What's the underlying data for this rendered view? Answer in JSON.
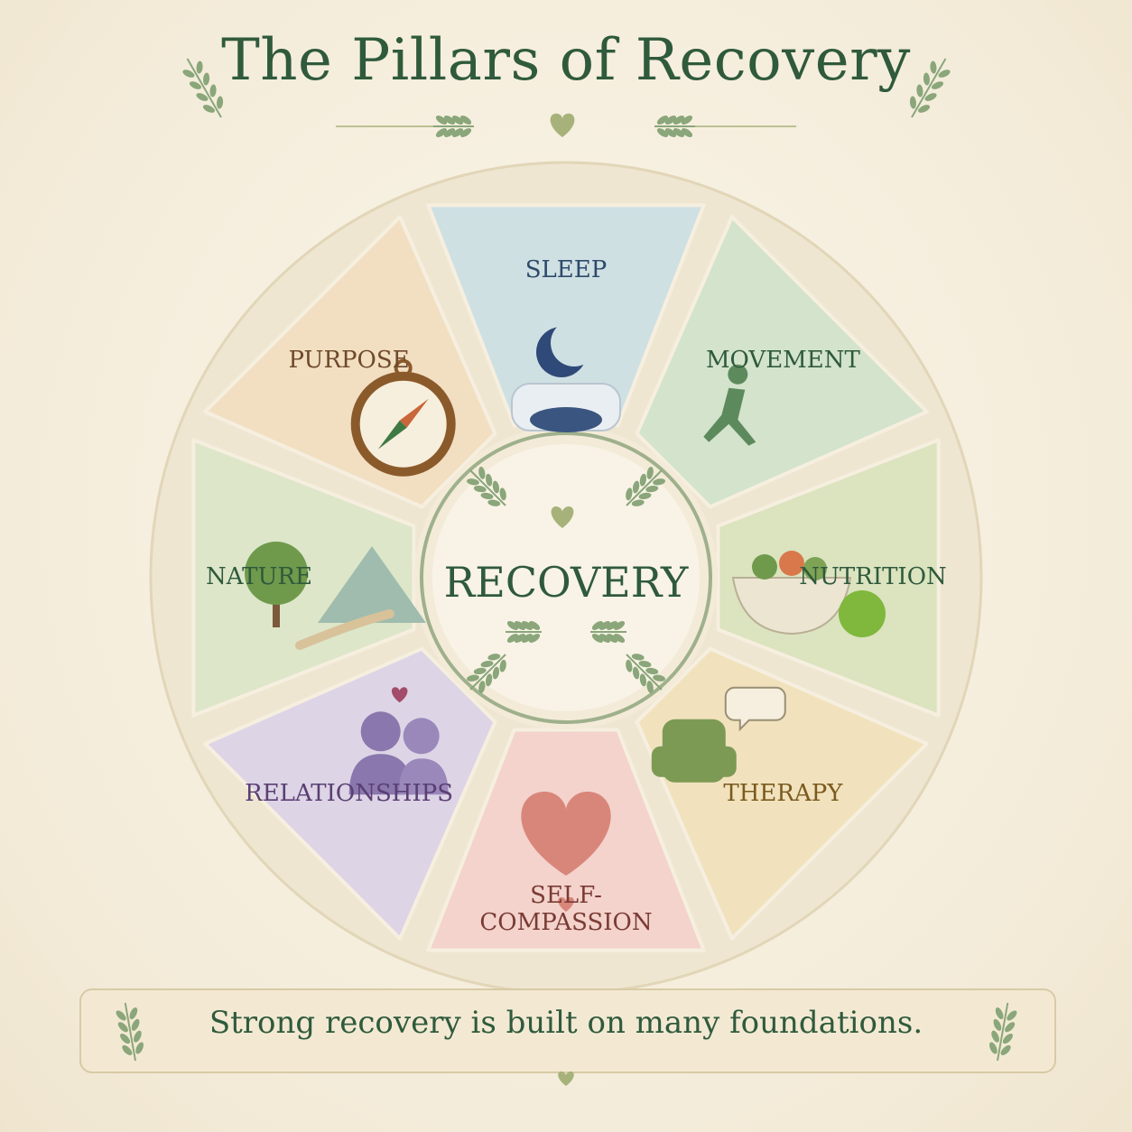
{
  "title": "The Pillars of Recovery",
  "center": {
    "label": "RECOVERY"
  },
  "pillars": [
    {
      "label": "SLEEP",
      "color": "#cfe0e3",
      "text_color": "#2d4a6b"
    },
    {
      "label": "MOVEMENT",
      "color": "#d3e3cc",
      "text_color": "#2f5a3c"
    },
    {
      "label": "NUTRITION",
      "color": "#dbe3bf",
      "text_color": "#2f5a3c"
    },
    {
      "label": "THERAPY",
      "color": "#f1e2bd",
      "text_color": "#7a5a1e"
    },
    {
      "label": "SELF-\nCOMPASSION",
      "color": "#f3d3cc",
      "text_color": "#7a3b34"
    },
    {
      "label": "RELATIONSHIPS",
      "color": "#ddd4e6",
      "text_color": "#5a3f73"
    },
    {
      "label": "NATURE",
      "color": "#dde6c9",
      "text_color": "#2f5a3c"
    },
    {
      "label": "PURPOSE",
      "color": "#f2dfc2",
      "text_color": "#6e4a2a"
    }
  ],
  "footer": {
    "text": "Strong recovery is built on many foundations."
  },
  "colors": {
    "accent": "#2f5a3c",
    "leaf": "#8aa67a",
    "heart": "#a7b27a"
  }
}
